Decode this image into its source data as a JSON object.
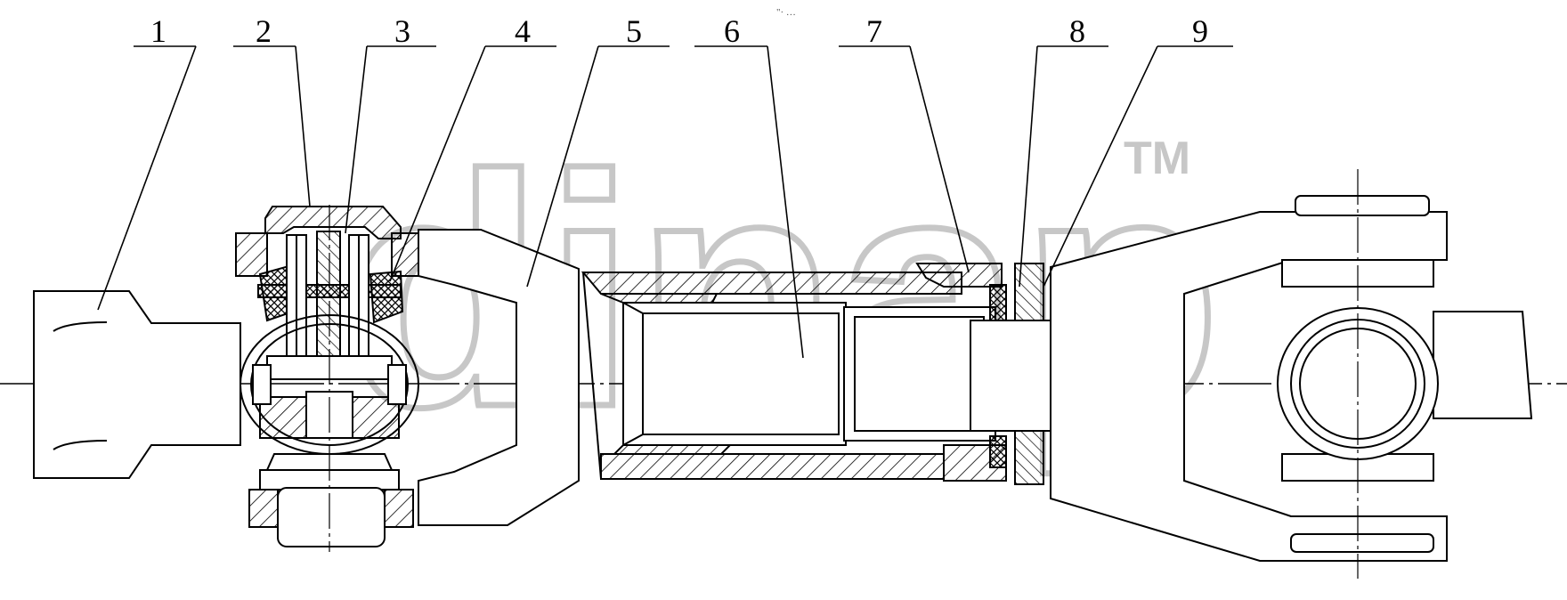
{
  "header": {
    "mark": "\"· …"
  },
  "watermark": {
    "text": "dinap",
    "tm": "TM",
    "color": "#bdbdbd"
  },
  "callouts": [
    {
      "label": "1"
    },
    {
      "label": "2"
    },
    {
      "label": "3"
    },
    {
      "label": "4"
    },
    {
      "label": "5"
    },
    {
      "label": "6"
    },
    {
      "label": "7"
    },
    {
      "label": "8"
    },
    {
      "label": "9"
    }
  ],
  "colors": {
    "line": "#000000",
    "background": "#ffffff",
    "watermark": "#bdbdbd"
  }
}
